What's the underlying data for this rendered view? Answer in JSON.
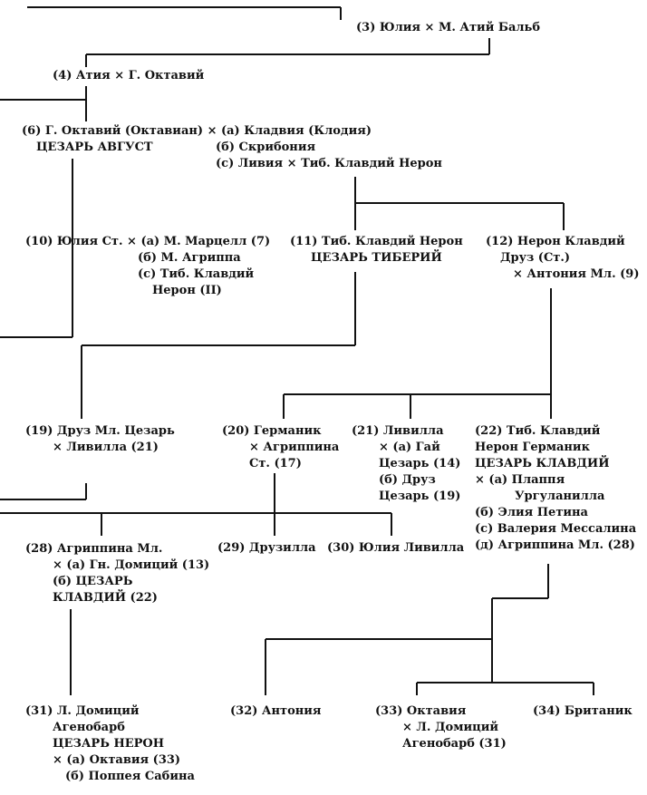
{
  "nodes": {
    "n3": [
      "(3) Юлия × М. Атий Бальб"
    ],
    "n4": [
      "(4) Атия × Г. Октавий"
    ],
    "n6": [
      "(6) Г. Октавий (Октавиан) × (а) Кладвия (Клодия)",
      "ЦЕЗАРЬ АВГУСТ",
      "(б) Скрибония",
      "(с) Ливия × Тиб. Клавдий Нерон"
    ],
    "n10": [
      "(10) Юлия Ст. × (а) М. Марцелл (7)",
      "(б) М. Агриппа",
      "(с) Тиб. Клавдий",
      "Нерон (II)"
    ],
    "n11": [
      "(11) Тиб. Клавдий Нерон",
      "ЦЕЗАРЬ ТИБЕРИЙ"
    ],
    "n12": [
      "(12) Нерон Клавдий",
      "Друз (Ст.)",
      "× Антония Мл. (9)"
    ],
    "n19": [
      "(19) Друз Мл. Цезарь",
      "× Ливилла (21)"
    ],
    "n20": [
      "(20) Германик",
      "× Агриппина",
      "Ст. (17)"
    ],
    "n21": [
      "(21) Ливилла",
      "× (а) Гай",
      "Цезарь (14)",
      "(б) Друз",
      "Цезарь (19)"
    ],
    "n22": [
      "(22) Тиб. Клавдий",
      "Нерон Германик",
      "ЦЕЗАРЬ КЛАВДИЙ",
      "× (а) Плаппя",
      "Ургуланилла",
      "(б) Элия Петина",
      "(с) Валерия Мессалина",
      "(д) Агриппина Мл. (28)"
    ],
    "n28": [
      "(28) Агриппина Мл.",
      "× (а) Гн. Домиций (13)",
      "(б) ЦЕЗАРЬ",
      "КЛАВДИЙ (22)"
    ],
    "n29": [
      "(29) Друзилла"
    ],
    "n30": [
      "(30) Юлия Ливилла"
    ],
    "n31": [
      "(31) Л. Домиций",
      "Агенобарб",
      "ЦЕЗАРЬ НЕРОН",
      "× (а) Октавия (33)",
      "(б) Поппея Сабина"
    ],
    "n32": [
      "(32) Антония"
    ],
    "n33": [
      "(33) Октавия",
      "× Л. Домиций",
      "Агенобарб (31)"
    ],
    "n34": [
      "(34) Британик"
    ]
  }
}
